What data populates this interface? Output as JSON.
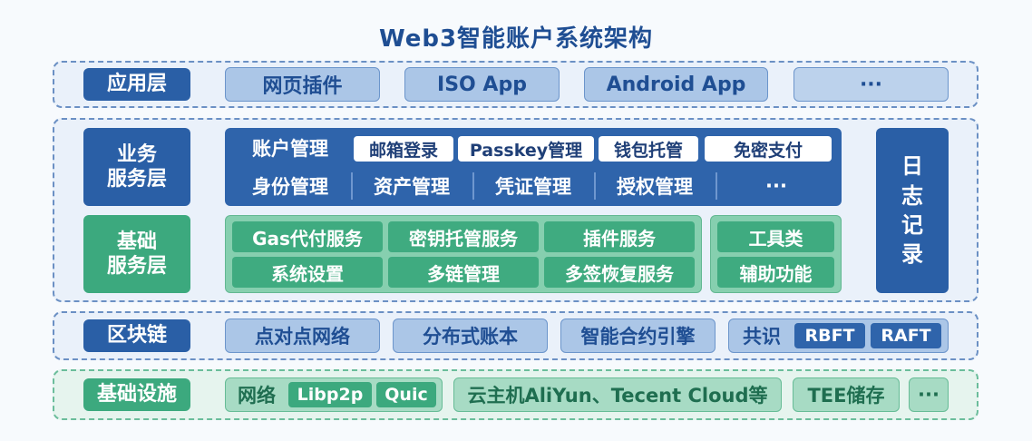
{
  "title": "Web3智能账户系统架构",
  "app_layer": {
    "label": "应用层",
    "items": [
      "网页插件",
      "ISO App",
      "Android App",
      "···"
    ]
  },
  "business_layer": {
    "label_line1": "业务",
    "label_line2": "服务层",
    "row1": [
      "账户管理",
      "邮箱登录",
      "Passkey管理",
      "钱包托管",
      "免密支付"
    ],
    "row2": [
      "身份管理",
      "资产管理",
      "凭证管理",
      "授权管理",
      "···"
    ]
  },
  "base_layer": {
    "label_line1": "基础",
    "label_line2": "服务层",
    "main_grid": [
      "Gas代付服务",
      "密钥托管服务",
      "插件服务",
      "系统设置",
      "多链管理",
      "多签恢复服务"
    ],
    "side_grid": [
      "工具类",
      "辅助功能"
    ]
  },
  "log_panel": {
    "chars": [
      "日",
      "志",
      "记",
      "录"
    ]
  },
  "blockchain_layer": {
    "label": "区块链",
    "items": [
      "点对点网络",
      "分布式账本",
      "智能合约引擎"
    ],
    "consensus_label": "共识",
    "consensus_chips": [
      "RBFT",
      "RAFT"
    ]
  },
  "infra_layer": {
    "label": "基础设施",
    "network_label": "网络",
    "network_chips": [
      "Libp2p",
      "Quic"
    ],
    "cloud": "云主机AliYun、Tecent Cloud等",
    "tee": "TEE储存",
    "more": "···"
  },
  "colors": {
    "dark_blue": "#2a5fa6",
    "light_blue": "#abc6e7",
    "green": "#3ca97e",
    "light_green": "#a7dbc4",
    "title": "#1f4e93"
  }
}
